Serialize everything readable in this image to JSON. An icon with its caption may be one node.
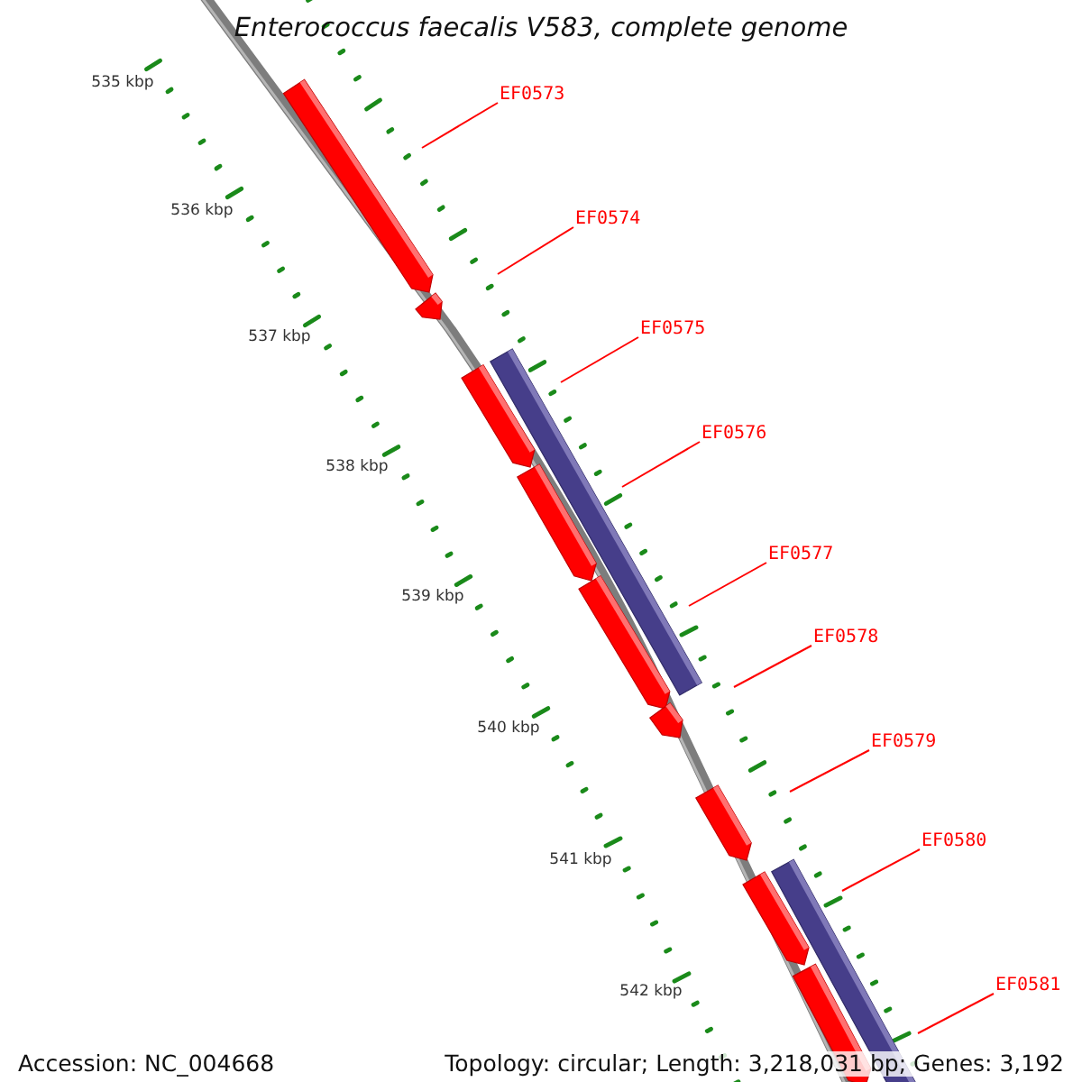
{
  "diagram": {
    "title": "Enterococcus faecalis V583, complete genome",
    "nodes": [
      {
        "text": [
          "EF0573"
        ]
      },
      {
        "text": [
          "EF0574"
        ]
      },
      {
        "text": [
          "EF0575"
        ]
      },
      {
        "text": [
          "EF0576"
        ]
      },
      {
        "text": [
          "EF0577"
        ]
      },
      {
        "text": [
          "EF0578"
        ]
      },
      {
        "text": [
          "EF0579"
        ]
      },
      {
        "text": [
          "EF0580"
        ]
      },
      {
        "text": [
          "EF0581"
        ]
      }
    ],
    "edges": [
      {
        "from": 0,
        "to": null,
        "arrow": "none"
      },
      {
        "from": 1,
        "to": null,
        "arrow": "none"
      },
      {
        "from": 2,
        "to": null,
        "arrow": "none"
      },
      {
        "from": 3,
        "to": null,
        "arrow": "none"
      },
      {
        "from": 4,
        "to": null,
        "arrow": "none"
      },
      {
        "from": 5,
        "to": null,
        "arrow": "none"
      },
      {
        "from": 6,
        "to": null,
        "arrow": "none"
      },
      {
        "from": 7,
        "to": null,
        "arrow": "none"
      },
      {
        "from": 8,
        "to": null,
        "arrow": "none"
      }
    ],
    "labels": [
      "535 kbp",
      "536 kbp",
      "537 kbp",
      "538 kbp",
      "539 kbp",
      "540 kbp",
      "541 kbp",
      "542 kbp",
      "Accession: NC_004668",
      "Topology: circular; Length: 3,218,031 bp; Genes: 3,192"
    ]
  }
}
